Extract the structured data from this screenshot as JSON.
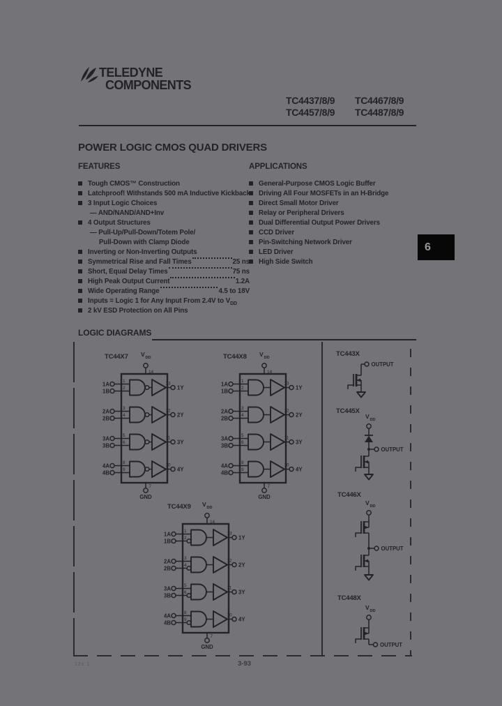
{
  "page": {
    "bg": "#747478",
    "ink": "#232327",
    "tab_bg": "#070707",
    "tab_text": "#96969a"
  },
  "header": {
    "logo_line1": "TELEDYNE",
    "logo_line2": "COMPONENTS",
    "part_numbers": [
      [
        "TC4437/8/9",
        "TC4467/8/9"
      ],
      [
        "TC4457/8/9",
        "TC4487/8/9"
      ]
    ]
  },
  "title": "POWER LOGIC CMOS QUAD DRIVERS",
  "features": {
    "heading": "FEATURES",
    "items": [
      {
        "text": "Tough CMOS™ Construction"
      },
      {
        "text": "Latchproof! Withstands 500 mA Inductive Kickback"
      },
      {
        "text": "3 Input Logic Choices"
      },
      {
        "text": "— AND/NAND/AND+Inv",
        "indent": 1
      },
      {
        "text": "4 Output Structures"
      },
      {
        "text": "— Pull-Up/Pull-Down/Totem Pole/",
        "indent": 1
      },
      {
        "text": "Pull-Down with Clamp Diode",
        "indent": 2
      },
      {
        "text": "Inverting or Non-Inverting Outputs"
      },
      {
        "text": "Symmetrical Rise and Fall Times",
        "leader": true,
        "value": "25 ns"
      },
      {
        "text": "Short, Equal Delay Times",
        "leader": true,
        "value": "75 ns"
      },
      {
        "text": "High Peak Output Current",
        "leader": true,
        "value": "1.2A"
      },
      {
        "text": "Wide Operating Range",
        "leader": true,
        "value": "4.5 to 18V"
      },
      {
        "text": "Inputs = Logic 1 for Any Input From 2.4V to V",
        "subscript": "DD"
      },
      {
        "text": "2 kV ESD Protection on All Pins"
      }
    ]
  },
  "applications": {
    "heading": "APPLICATIONS",
    "items": [
      "General-Purpose CMOS Logic Buffer",
      "Driving All Four MOSFETs in an H-Bridge",
      "Direct Small Motor Driver",
      "Relay or Peripheral Drivers",
      "Dual Differential Output Power Drivers",
      "CCD Driver",
      "Pin-Switching Network Driver",
      "LED Driver",
      "High Side Switch"
    ]
  },
  "section_tab": "6",
  "logic": {
    "heading": "LOGIC DIAGRAMS",
    "chips": [
      {
        "label": "TC44X7",
        "gate_type": "nand",
        "vdd_main": "V",
        "vdd_sub": "DD",
        "vdd_pin": "14",
        "gnd_label": "GND",
        "gnd_pin": "7",
        "rows": [
          {
            "a": "1A",
            "a_pin": "1",
            "b": "1B",
            "b_pin": "2",
            "y_pin": "13",
            "y": "1Y"
          },
          {
            "a": "2A",
            "a_pin": "3",
            "b": "2B",
            "b_pin": "4",
            "y_pin": "12",
            "y": "2Y"
          },
          {
            "a": "3A",
            "a_pin": "5",
            "b": "3B",
            "b_pin": "6",
            "y_pin": "11",
            "y": "3Y"
          },
          {
            "a": "4A",
            "a_pin": "8",
            "b": "4B",
            "b_pin": "9",
            "y_pin": "10",
            "y": "4Y"
          }
        ]
      },
      {
        "label": "TC44X8",
        "gate_type": "and",
        "vdd_main": "V",
        "vdd_sub": "DD",
        "vdd_pin": "14",
        "gnd_label": "GND",
        "gnd_pin": "7",
        "rows": [
          {
            "a": "1A",
            "a_pin": "1",
            "b": "1B",
            "b_pin": "2",
            "y_pin": "13",
            "y": "1Y"
          },
          {
            "a": "2A",
            "a_pin": "3",
            "b": "2B",
            "b_pin": "4",
            "y_pin": "12",
            "y": "2Y"
          },
          {
            "a": "3A",
            "a_pin": "5",
            "b": "3B",
            "b_pin": "6",
            "y_pin": "11",
            "y": "3Y"
          },
          {
            "a": "4A",
            "a_pin": "8",
            "b": "4B",
            "b_pin": "9",
            "y_pin": "10",
            "y": "4Y"
          }
        ]
      },
      {
        "label": "TC44X9",
        "gate_type": "and-binv",
        "vdd_main": "V",
        "vdd_sub": "DD",
        "vdd_pin": "14",
        "gnd_label": "GND",
        "gnd_pin": "7",
        "rows": [
          {
            "a": "1A",
            "a_pin": "1",
            "b": "1B",
            "b_pin": "2",
            "y_pin": "13",
            "y": "1Y"
          },
          {
            "a": "2A",
            "a_pin": "3",
            "b": "2B",
            "b_pin": "4",
            "y_pin": "12",
            "y": "2Y"
          },
          {
            "a": "3A",
            "a_pin": "5",
            "b": "3B",
            "b_pin": "6",
            "y_pin": "11",
            "y": "3Y"
          },
          {
            "a": "4A",
            "a_pin": "8",
            "b": "4B",
            "b_pin": "9",
            "y_pin": "10",
            "y": "4Y"
          }
        ]
      }
    ],
    "structures": [
      {
        "label": "TC443X",
        "output_label": "OUTPUT"
      },
      {
        "label": "TC445X",
        "vdd_main": "V",
        "vdd_sub": "DD",
        "output_label": "OUTPUT"
      },
      {
        "label": "TC446X",
        "vdd_main": "V",
        "vdd_sub": "DD",
        "output_label": "OUTPUT"
      },
      {
        "label": "TC448X",
        "vdd_main": "V",
        "vdd_sub": "DD",
        "output_label": "OUTPUT"
      }
    ]
  },
  "footer": {
    "left_code": "12x 1",
    "page_number": "3-93"
  }
}
